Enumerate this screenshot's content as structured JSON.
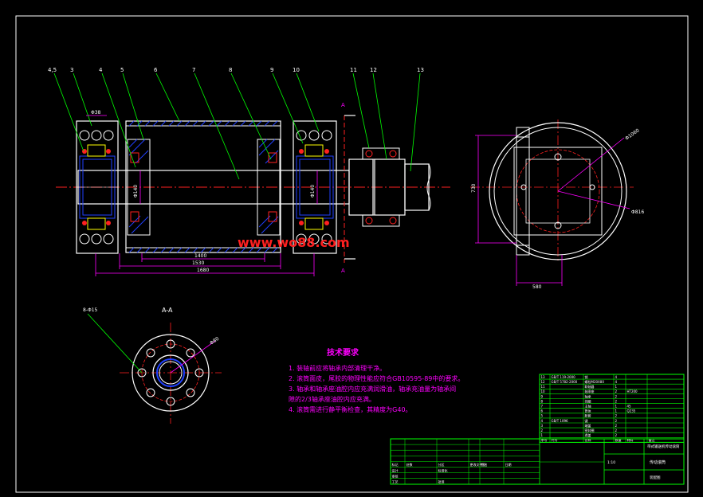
{
  "drawing": {
    "watermark": "www.wo88.com",
    "section_label": "A-A",
    "section_marker": "A",
    "colors": {
      "background": "#000000",
      "border": "#ffffff",
      "part": "#ffffff",
      "leader": "#00ff00",
      "centerline": "#ff0000",
      "dimension": "#ff00ff",
      "hatch": "#0000ff",
      "title_block": "#00ff00",
      "watermark": "#ff2020"
    }
  },
  "balloons": [
    "4,5",
    "3",
    "4",
    "5",
    "6",
    "7",
    "8",
    "9",
    "10",
    "11",
    "12",
    "13"
  ],
  "dimensions": {
    "bearing_width": "Φ38",
    "shaft_left": "Φ140",
    "shaft_right": "Φ140",
    "length_inner": "1400",
    "length_mid": "1530",
    "length_total": "1680",
    "side_height": "730",
    "side_width": "580",
    "dia_outer": "Φ1060",
    "dia_inner": "Φ816",
    "flange_holes": "8-Φ15",
    "flange_dia": "Φ80"
  },
  "notes": {
    "title": "技术要求",
    "lines": [
      "1. 装轴前应将轴承内部清理干净。",
      "2. 滚筒面皮，尾胶的物理性能应符合GB10595-89中的要求。",
      "3. 轴承和轴承座油腔内应充满润滑油，轴承充油量为轴承间",
      "   隙的2/3轴承座油腔内应充满。",
      "4. 滚筒需进行静平衡检查，其精度为G40。"
    ]
  },
  "title_block": {
    "parts_rows": [
      [
        "13",
        "GB/T 119-2000",
        "销",
        "4",
        "",
        ""
      ],
      [
        "12",
        "GB/T 5782-2000",
        "螺栓M20X80",
        "4",
        "",
        ""
      ],
      [
        "11",
        "",
        "联轴器",
        "1",
        "",
        ""
      ],
      [
        "10",
        "",
        "轴承座",
        "2",
        "HT200",
        ""
      ],
      [
        "9",
        "",
        "轴承",
        "2",
        "",
        ""
      ],
      [
        "8",
        "",
        "挡圈",
        "2",
        "",
        ""
      ],
      [
        "7",
        "",
        "主轴",
        "1",
        "45",
        ""
      ],
      [
        "6",
        "",
        "筒体",
        "1",
        "Q235",
        ""
      ],
      [
        "5",
        "",
        "胀套",
        "2",
        "",
        ""
      ],
      [
        "4",
        "GB/T 1096",
        "键",
        "2",
        "",
        ""
      ],
      [
        "3",
        "",
        "端盖",
        "2",
        "",
        ""
      ],
      [
        "2",
        "",
        "密封圈",
        "2",
        "",
        ""
      ],
      [
        "1",
        "",
        "透盖",
        "2",
        "",
        ""
      ]
    ],
    "parts_header": [
      "序号",
      "代号",
      "名称",
      "数量",
      "材料",
      "备注"
    ],
    "drawing_title": "传动滚筒",
    "company": "带式输送机传动滚筒",
    "sheet": "装配图",
    "scale": "1:10",
    "left_table": [
      [
        "标记",
        "处数",
        "分区",
        "更改文件号",
        "签名",
        "日期"
      ],
      [
        "设计",
        "",
        "标准化",
        "",
        "",
        ""
      ],
      [
        "审核",
        "",
        "",
        "",
        "",
        ""
      ],
      [
        "工艺",
        "",
        "批准",
        "",
        "",
        ""
      ]
    ]
  }
}
